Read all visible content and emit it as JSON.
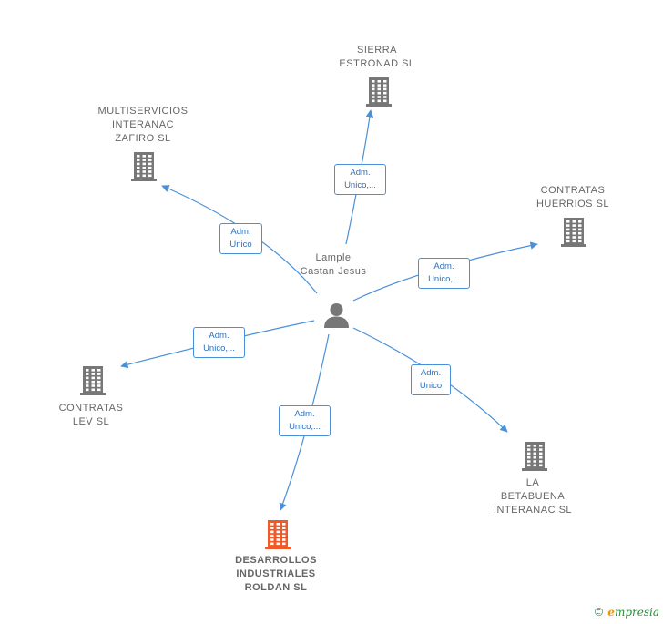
{
  "center": {
    "label": "Lample\nCastan\nJesus",
    "icon": "person-icon"
  },
  "nodes": [
    {
      "id": "sierra",
      "label": "SIERRA\nESTRONAD SL",
      "icon": "building-icon",
      "highlight": false
    },
    {
      "id": "multiservicios",
      "label": "MULTISERVICIOS\nINTERANAC\nZAFIRO SL",
      "icon": "building-icon",
      "highlight": false
    },
    {
      "id": "hue",
      "label": "CONTRATAS\nHUERRIOS SL",
      "icon": "building-icon",
      "highlight": false
    },
    {
      "id": "lev",
      "label": "CONTRATAS\nLEV SL",
      "icon": "building-icon",
      "highlight": false
    },
    {
      "id": "betabuena",
      "label": "LA\nBETABUENA\nINTERANAC SL",
      "icon": "building-icon",
      "highlight": false
    },
    {
      "id": "desarrollos",
      "label": "DESARROLLOS\nINDUSTRIALES\nROLDAN SL",
      "icon": "building-icon",
      "highlight": true
    }
  ],
  "edges": [
    {
      "to": "sierra",
      "label": "Adm.\nUnico,..."
    },
    {
      "to": "multiservicios",
      "label": "Adm.\nUnico"
    },
    {
      "to": "hue",
      "label": "Adm.\nUnico,..."
    },
    {
      "to": "lev",
      "label": "Adm.\nUnico,..."
    },
    {
      "to": "betabuena",
      "label": "Adm.\nUnico"
    },
    {
      "to": "desarrollos",
      "label": "Adm.\nUnico,..."
    }
  ],
  "colors": {
    "edge": "#4a90d9",
    "building": "#777777",
    "building_highlight": "#f05a28",
    "person": "#777777"
  },
  "brand": {
    "copyright": "©",
    "initial": "e",
    "name": "mpresia"
  }
}
